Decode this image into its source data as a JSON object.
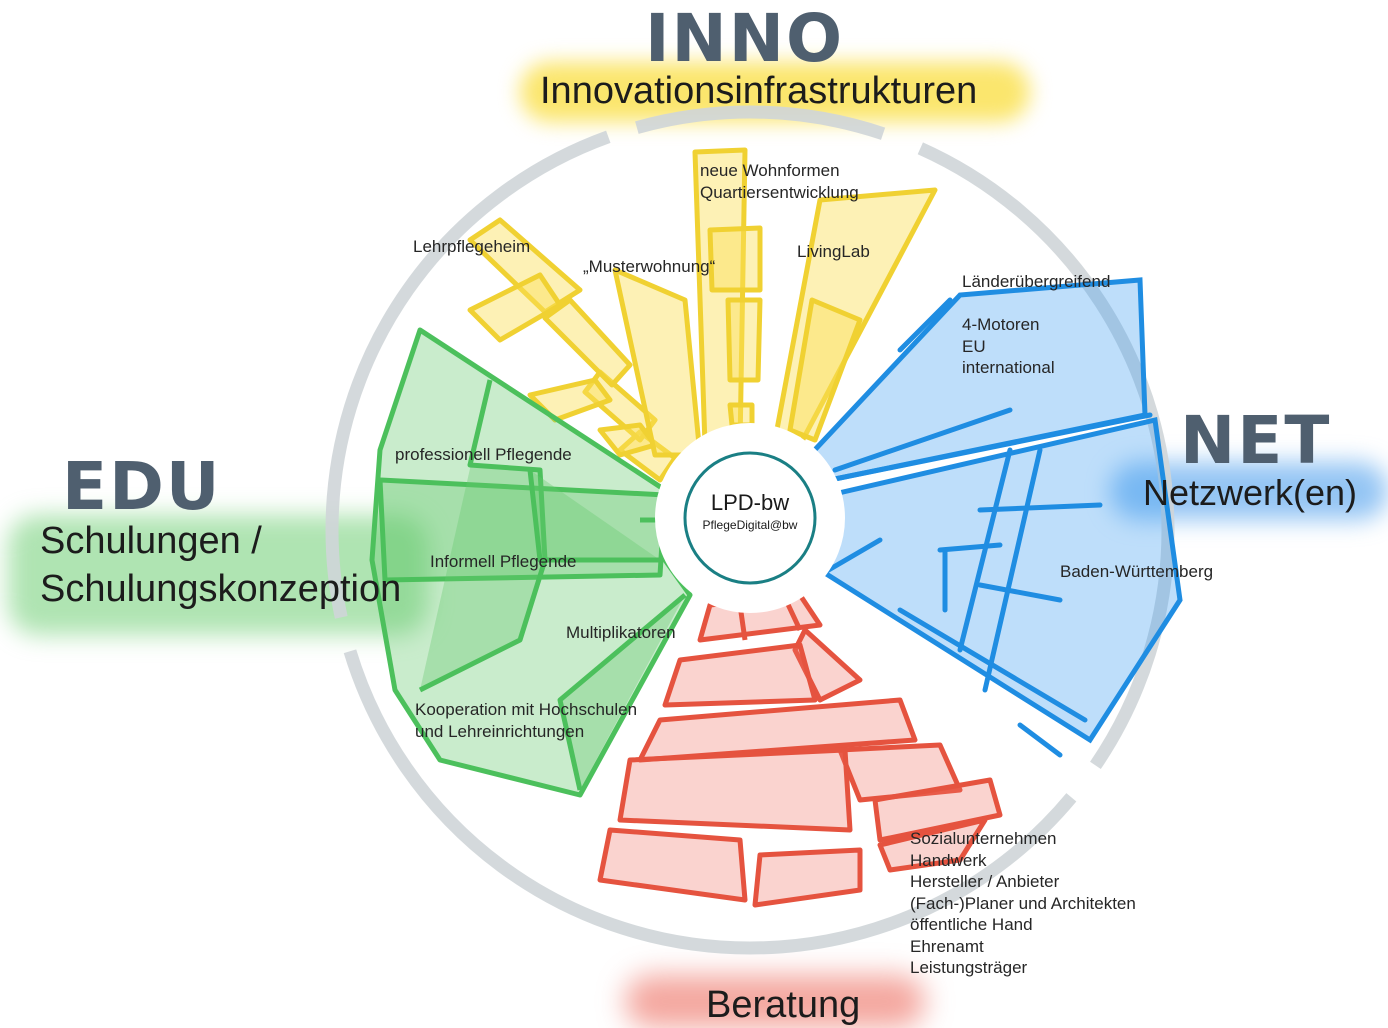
{
  "center": {
    "title": "LPD-bw",
    "subtitle": "PflegeDigital@bw"
  },
  "sections": {
    "inno": {
      "heading": "INNO",
      "subtitle": "Innovationsinfrastrukturen",
      "color": "#f2d43a",
      "labels": [
        "neue Wohnformen",
        "Quartiersentwicklung",
        "Lehrpflegeheim",
        "„Musterwohnung“",
        "LivingLab"
      ]
    },
    "net": {
      "heading": "NET",
      "subtitle": "Netzwerk(en)",
      "color": "#2a8fe0",
      "labels": [
        "Länderübergreifend",
        "4-Motoren",
        "EU",
        "international",
        "Baden-Württemberg"
      ]
    },
    "edu": {
      "heading": "EDU",
      "subtitle_line1": "Schulungen /",
      "subtitle_line2": "Schulungskonzeption",
      "color": "#4cc05c",
      "labels": [
        "professionell Pflegende",
        "Informell Pflegende",
        "Multiplikatoren",
        "Kooperation mit Hochschulen",
        "und Lehreinrichtungen"
      ]
    },
    "beratung": {
      "heading": "Beratung",
      "color": "#e5533f",
      "labels": [
        "Sozialunternehmen",
        "Handwerk",
        "Hersteller / Anbieter",
        "(Fach-)Planer und Architekten",
        "öffentliche Hand",
        "Ehrenamt",
        "Leistungsträger"
      ]
    }
  },
  "ring_color": "#cfd5d8",
  "center_ring_color": "#1a7f84"
}
